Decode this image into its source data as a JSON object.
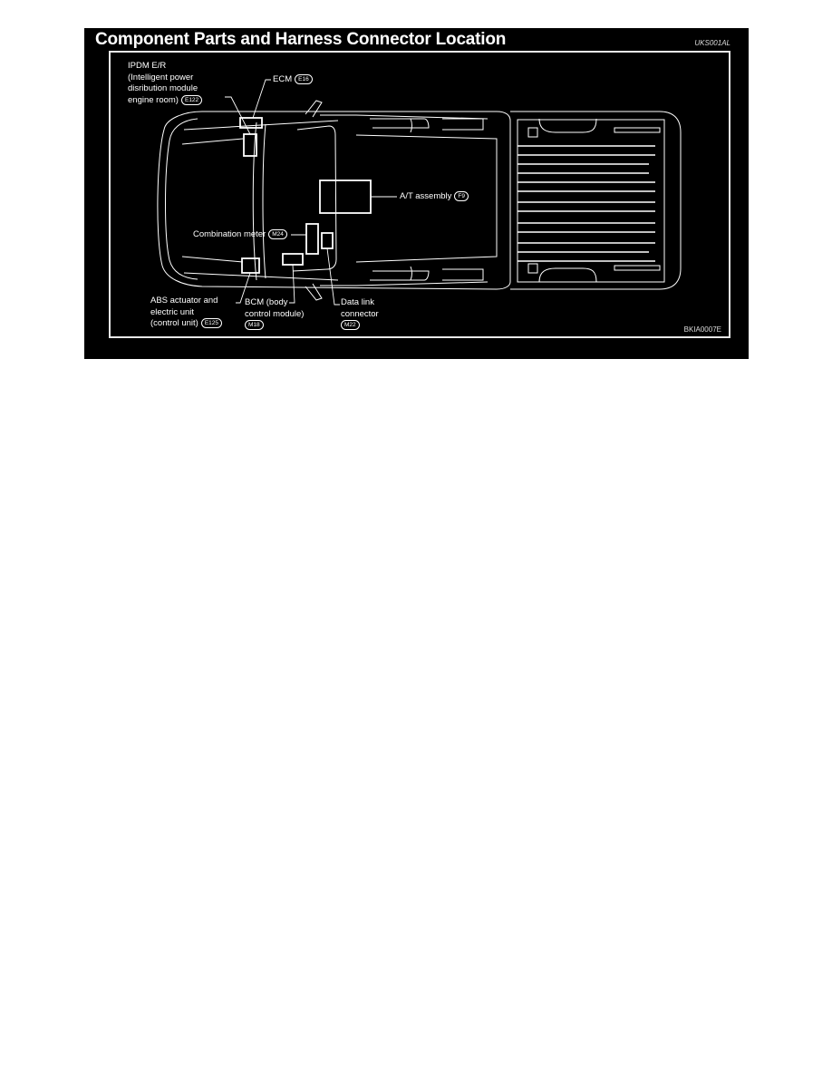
{
  "diagram": {
    "title": "Component Parts and Harness Connector Location",
    "figure_code_top": "UKS001AL",
    "figure_code_bottom": "BKIA0007E",
    "colors": {
      "background": "#000000",
      "lines": "#ffffff",
      "page": "#ffffff"
    },
    "components": [
      {
        "id": "ipdm",
        "label_lines": [
          "IPDM E/R",
          "(Intelligent power",
          "disribution module",
          "engine room)"
        ],
        "connector": "E122"
      },
      {
        "id": "ecm",
        "label": "ECM",
        "connector": "E16"
      },
      {
        "id": "at",
        "label": "A/T assembly",
        "connector": "F9"
      },
      {
        "id": "meter",
        "label": "Combination meter",
        "connector": "M24"
      },
      {
        "id": "abs",
        "label_lines": [
          "ABS actuator and",
          "electric unit",
          "(control unit)"
        ],
        "connector": "E125"
      },
      {
        "id": "bcm",
        "label_lines": [
          "BCM (body",
          "control module)"
        ],
        "connector": "M18"
      },
      {
        "id": "dlc",
        "label_lines": [
          "Data link",
          "connector"
        ],
        "connector": "M22"
      }
    ]
  }
}
